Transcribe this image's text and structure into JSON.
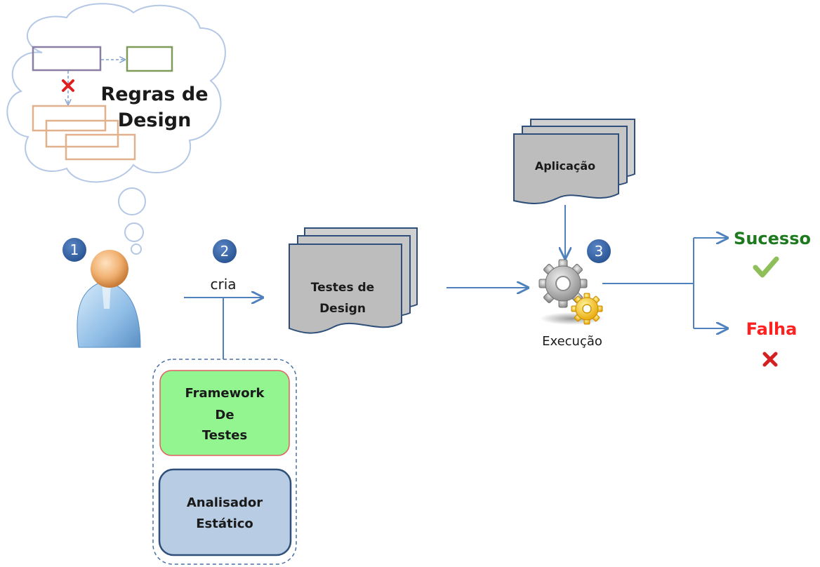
{
  "cloud": {
    "title_line1": "Regras de",
    "title_line2": "Design"
  },
  "steps": {
    "one": "1",
    "two": "2",
    "three": "3"
  },
  "create_label": "cria",
  "tests_doc": {
    "line1": "Testes de",
    "line2": "Design"
  },
  "app_doc": {
    "label": "Aplicação"
  },
  "execution_label": "Execução",
  "framework": {
    "line1": "Framework",
    "line2": "De",
    "line3": "Testes"
  },
  "analyzer": {
    "line1": "Analisador",
    "line2": "Estático"
  },
  "outcomes": {
    "success": "Sucesso",
    "failure": "Falha"
  },
  "colors": {
    "success": "#1e7a1e",
    "failure": "#ff2020",
    "framework_fill": "#92f590",
    "analyzer_fill": "#b8cce4",
    "arrow": "#4f81bd",
    "badge": "#2e5a97"
  }
}
